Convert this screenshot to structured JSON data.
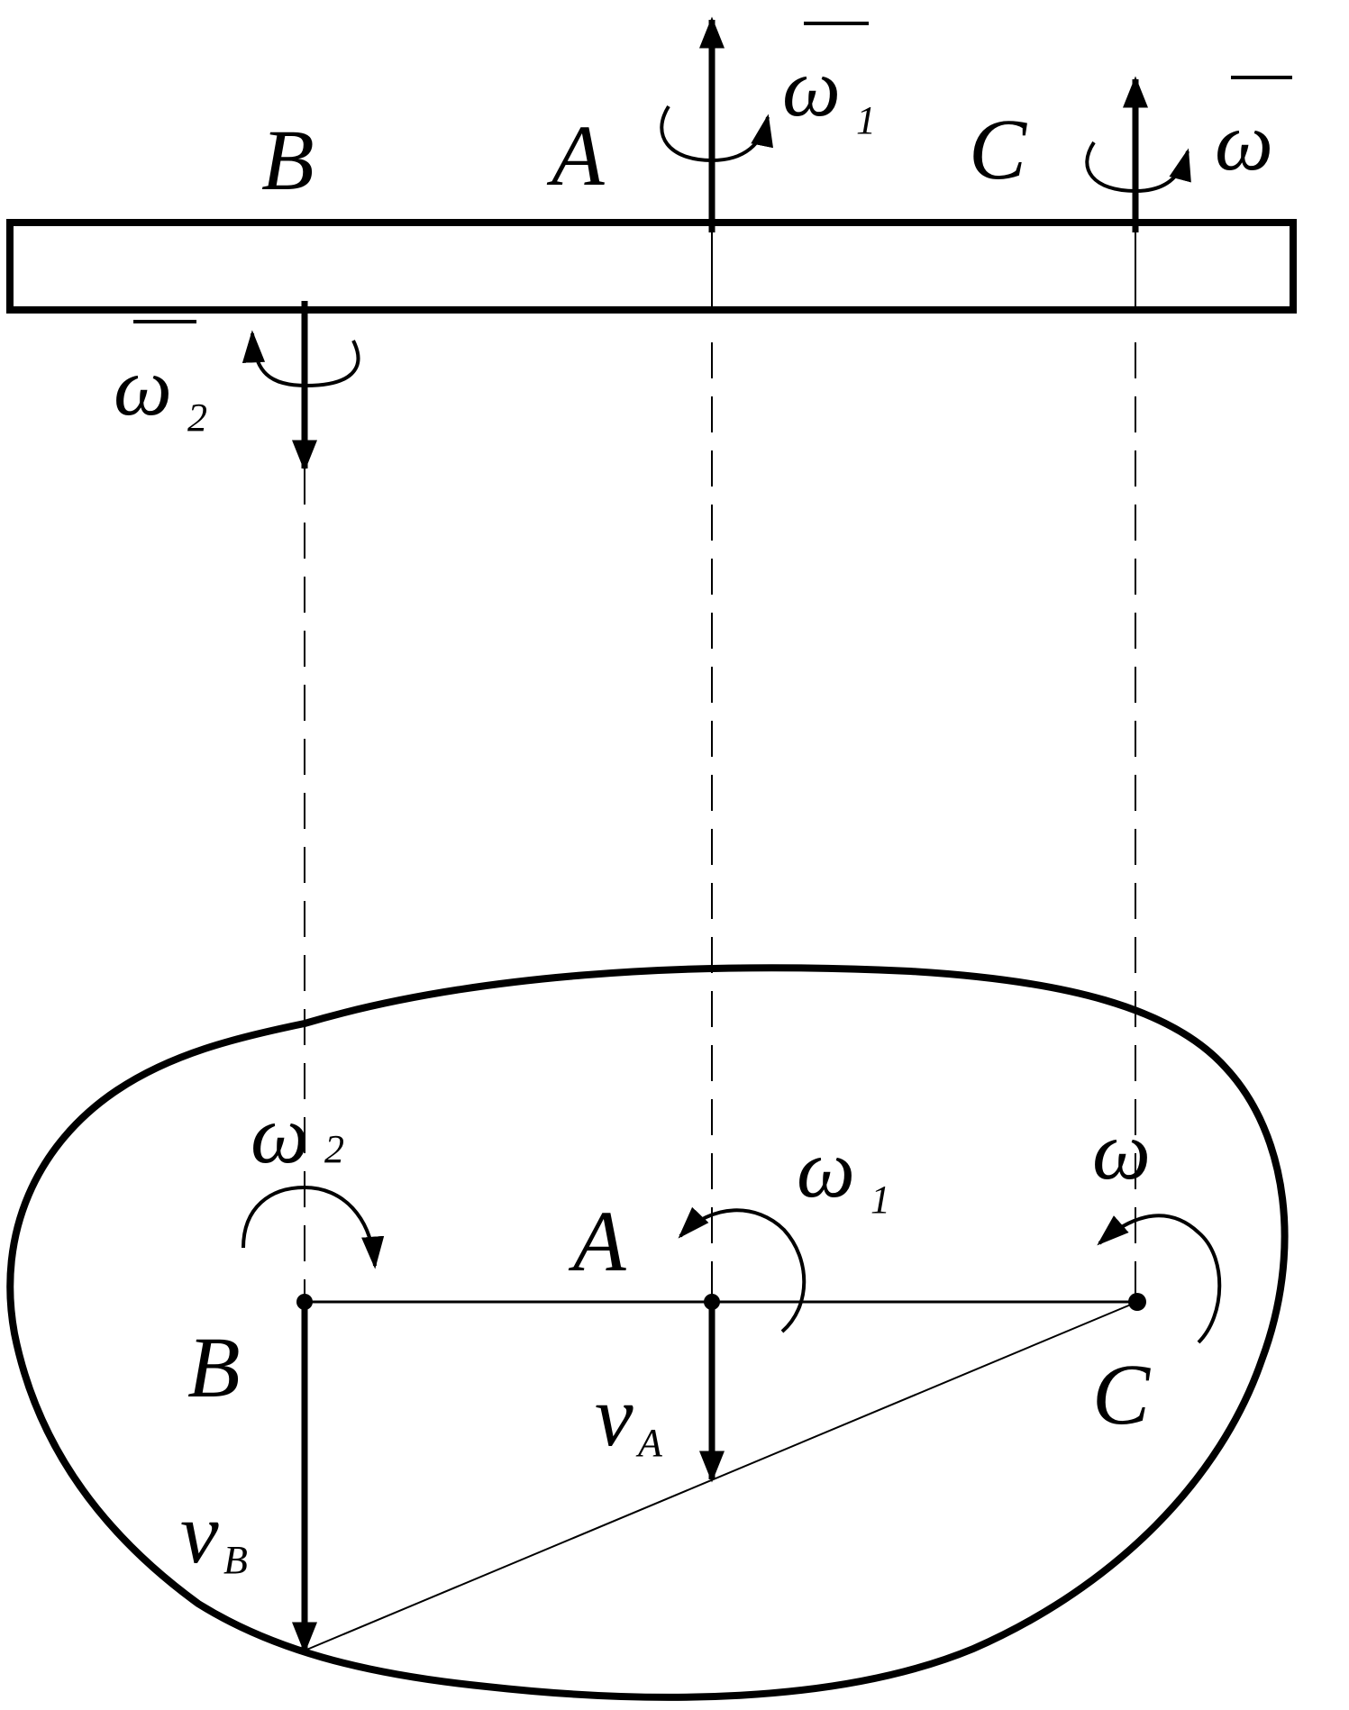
{
  "labels": {
    "top_B": "B",
    "top_A": "A",
    "top_C": "C",
    "top_omega1": "ω",
    "top_omega1_sub": "1",
    "top_omega": "ω",
    "top_omega2": "ω",
    "top_omega2_sub": "2",
    "bot_omega2": "ω",
    "bot_omega2_sub": "2",
    "bot_omega1": "ω",
    "bot_omega1_sub": "1",
    "bot_omega": "ω",
    "bot_A": "A",
    "bot_B": "B",
    "bot_C": "C",
    "vA": "v",
    "vA_sub": "A",
    "vB": "v",
    "vB_sub": "B"
  },
  "colors": {
    "ink": "#000000",
    "background": "#ffffff"
  }
}
